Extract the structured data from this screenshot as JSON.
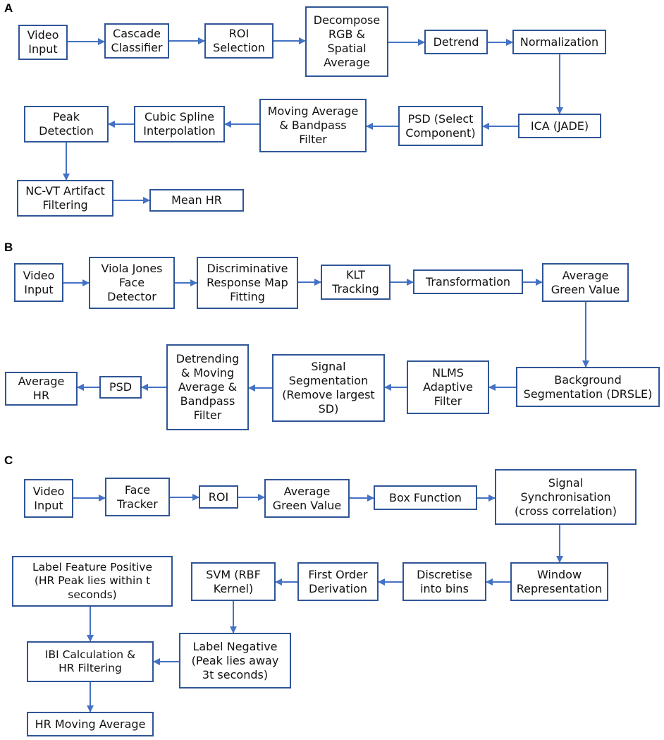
{
  "colors": {
    "box_border": "#2f5597",
    "arrow": "#4472c4",
    "background": "#ffffff"
  },
  "panels": [
    {
      "label": "A",
      "nodes": [
        {
          "id": "a1",
          "lines": [
            "Video",
            "Input"
          ]
        },
        {
          "id": "a2",
          "lines": [
            "Cascade",
            "Classifier"
          ]
        },
        {
          "id": "a3",
          "lines": [
            "ROI",
            "Selection"
          ]
        },
        {
          "id": "a4",
          "lines": [
            "Decompose",
            "RGB &",
            "Spatial",
            "Average"
          ]
        },
        {
          "id": "a5",
          "lines": [
            "Detrend"
          ]
        },
        {
          "id": "a6",
          "lines": [
            "Normalization"
          ]
        },
        {
          "id": "a7",
          "lines": [
            "ICA (JADE)"
          ]
        },
        {
          "id": "a8",
          "lines": [
            "PSD (Select",
            "Component)"
          ]
        },
        {
          "id": "a9",
          "lines": [
            "Moving Average",
            "& Bandpass",
            "Filter"
          ]
        },
        {
          "id": "a10",
          "lines": [
            "Cubic Spline",
            "Interpolation"
          ]
        },
        {
          "id": "a11",
          "lines": [
            "Peak",
            "Detection"
          ]
        },
        {
          "id": "a12",
          "lines": [
            "NC-VT Artifact",
            "Filtering"
          ]
        },
        {
          "id": "a13",
          "lines": [
            "Mean HR"
          ]
        }
      ]
    },
    {
      "label": "B",
      "nodes": [
        {
          "id": "b1",
          "lines": [
            "Video",
            "Input"
          ]
        },
        {
          "id": "b2",
          "lines": [
            "Viola Jones",
            "Face",
            "Detector"
          ]
        },
        {
          "id": "b3",
          "lines": [
            "Discriminative",
            "Response Map",
            "Fitting"
          ]
        },
        {
          "id": "b4",
          "lines": [
            "KLT",
            "Tracking"
          ]
        },
        {
          "id": "b5",
          "lines": [
            "Transformation"
          ]
        },
        {
          "id": "b6",
          "lines": [
            "Average",
            "Green Value"
          ]
        },
        {
          "id": "b7",
          "lines": [
            "Background",
            "Segmentation (DRSLE)"
          ]
        },
        {
          "id": "b8",
          "lines": [
            "NLMS",
            "Adaptive",
            "Filter"
          ]
        },
        {
          "id": "b9",
          "lines": [
            "Signal",
            "Segmentation",
            "(Remove largest",
            "SD)"
          ]
        },
        {
          "id": "b10",
          "lines": [
            "Detrending",
            "& Moving",
            "Average &",
            "Bandpass",
            "Filter"
          ]
        },
        {
          "id": "b11",
          "lines": [
            "PSD"
          ]
        },
        {
          "id": "b12",
          "lines": [
            "Average",
            "HR"
          ]
        }
      ]
    },
    {
      "label": "C",
      "nodes": [
        {
          "id": "c1",
          "lines": [
            "Video",
            "Input"
          ]
        },
        {
          "id": "c2",
          "lines": [
            "Face",
            "Tracker"
          ]
        },
        {
          "id": "c3",
          "lines": [
            "ROI"
          ]
        },
        {
          "id": "c4",
          "lines": [
            "Average",
            "Green Value"
          ]
        },
        {
          "id": "c5",
          "lines": [
            "Box Function"
          ]
        },
        {
          "id": "c6",
          "lines": [
            "Signal",
            "Synchronisation",
            "(cross correlation)"
          ]
        },
        {
          "id": "c7",
          "lines": [
            "Window",
            "Representation"
          ]
        },
        {
          "id": "c8",
          "lines": [
            "Discretise",
            "into bins"
          ]
        },
        {
          "id": "c9",
          "lines": [
            "First Order",
            "Derivation"
          ]
        },
        {
          "id": "c10",
          "lines": [
            "SVM (RBF",
            "Kernel)"
          ]
        },
        {
          "id": "c11",
          "lines": [
            "Label Feature Positive",
            "(HR Peak lies within t",
            "seconds)"
          ]
        },
        {
          "id": "c12",
          "lines": [
            "Label Negative",
            "(Peak lies away",
            "3t seconds)"
          ]
        },
        {
          "id": "c13",
          "lines": [
            "IBI Calculation &",
            "HR Filtering"
          ]
        },
        {
          "id": "c14",
          "lines": [
            "HR Moving Average"
          ]
        }
      ]
    }
  ]
}
